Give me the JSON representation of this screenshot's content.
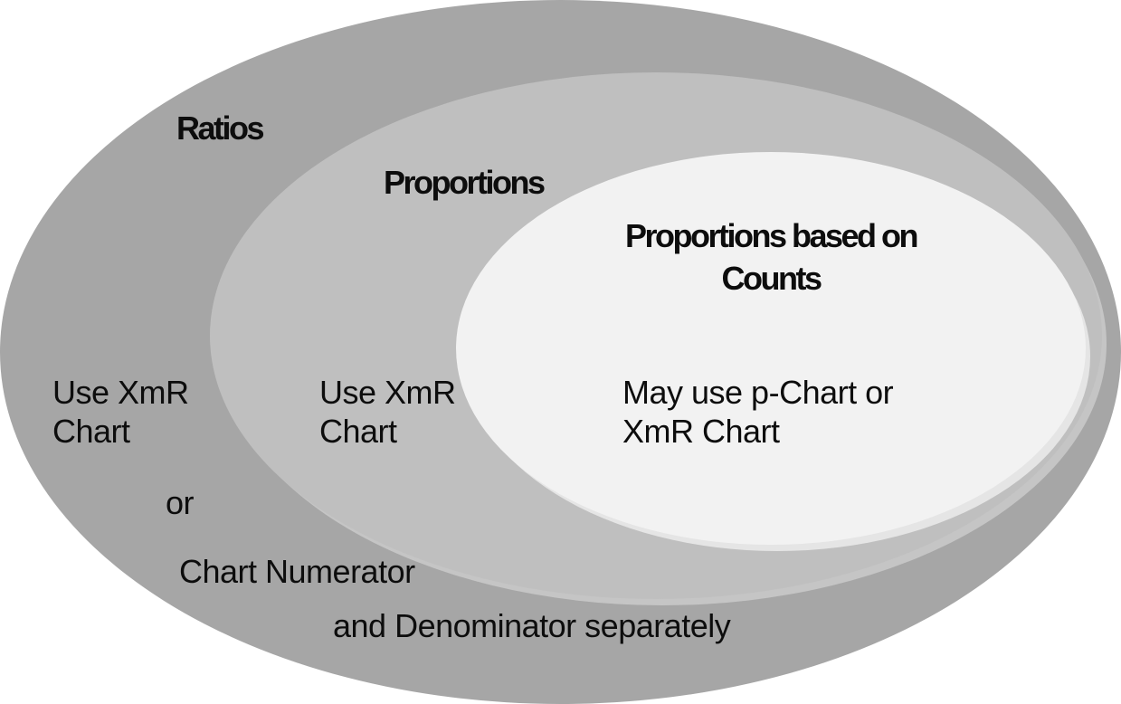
{
  "diagram": {
    "type": "nested-venn",
    "background": "#ffffff",
    "text_color": "#0d0d0d",
    "sets": [
      {
        "label": "Ratios",
        "fill": "#a6a6a6",
        "guidance": "Use XmR\nChart",
        "alternative": [
          "or",
          "Chart Numerator",
          "and Denominator separately"
        ]
      },
      {
        "label": "Proportions",
        "fill": "#bfbfbf",
        "guidance": "Use XmR\nChart"
      },
      {
        "label": "Proportions based on\nCounts",
        "fill": "#f2f2f2",
        "guidance": "May use p-Chart or\nXmR Chart"
      }
    ]
  }
}
